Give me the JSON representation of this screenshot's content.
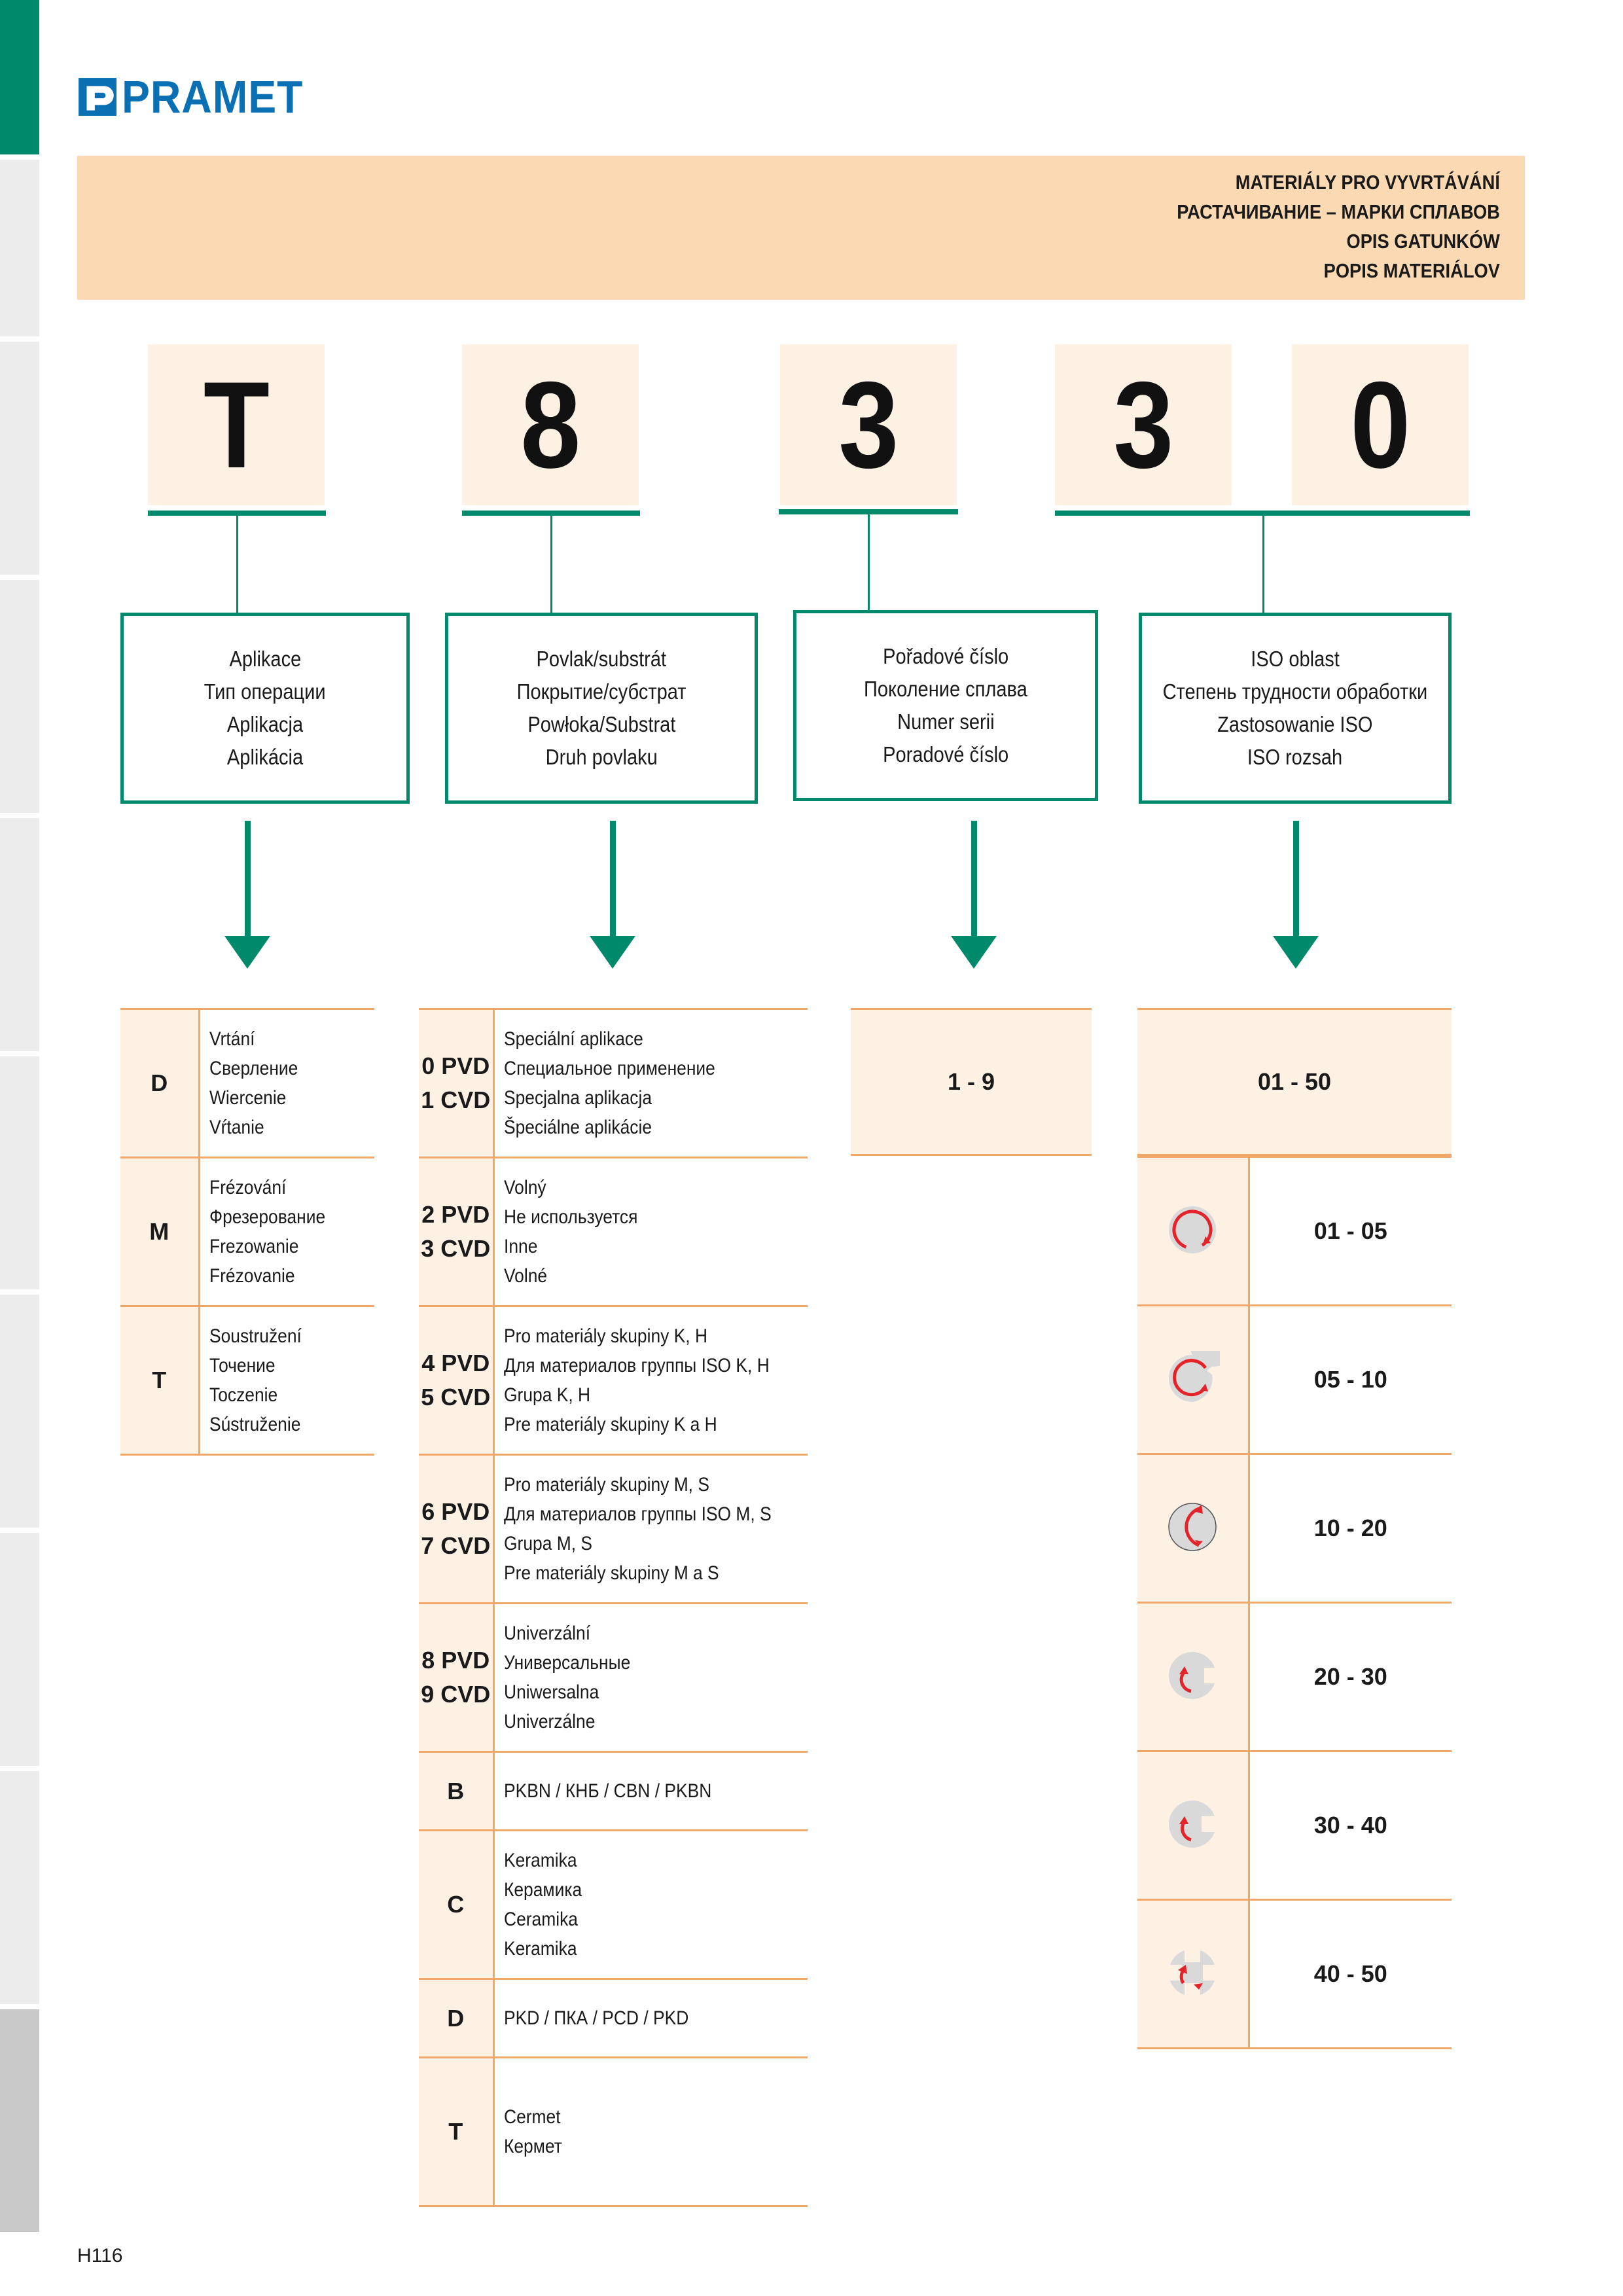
{
  "brand": {
    "name": "PRAMET",
    "color": "#0b6fb3"
  },
  "accent_color": "#00896b",
  "band_color": "#fbd9b2",
  "header": {
    "lines": [
      "MATERIÁLY PRO VYVRTÁVÁNÍ",
      "РАСТАЧИВАНИЕ – МАРКИ СПЛАВОВ",
      "OPIS GATUNKÓW",
      "POPIS MATERIÁLOV"
    ]
  },
  "code": {
    "chars": [
      "T",
      "8",
      "3",
      "3",
      "0"
    ]
  },
  "labels": [
    {
      "lines": [
        "Aplikace",
        "Тип операции",
        "Aplikacja",
        "Aplikácia"
      ]
    },
    {
      "lines": [
        "Povlak/substrát",
        "Покрытие/субстрат",
        "Powłoka/Substrat",
        "Druh povlaku"
      ]
    },
    {
      "lines": [
        "Pořadové číslo",
        "Поколение сплава",
        "Numer serii",
        "Poradové číslo"
      ]
    },
    {
      "lines": [
        "ISO oblast",
        "Степень трудности обработки",
        "Zastosowanie ISO",
        "ISO rozsah"
      ]
    }
  ],
  "application_table": [
    {
      "code": "D",
      "lines": [
        "Vrtání",
        "Сверление",
        "Wiercenie",
        "Vŕtanie"
      ]
    },
    {
      "code": "M",
      "lines": [
        "Frézování",
        "Фрезерование",
        "Frezowanie",
        "Frézovanie"
      ]
    },
    {
      "code": "T",
      "lines": [
        "Soustružení",
        "Точение",
        "Toczenie",
        "Sústruženie"
      ]
    }
  ],
  "coating_table": [
    {
      "codes": [
        "0 PVD",
        "1 CVD"
      ],
      "lines": [
        "Speciální aplikace",
        "Специальное применение",
        "Specjalna aplikacja",
        "Špeciálne aplikácie"
      ]
    },
    {
      "codes": [
        "2 PVD",
        "3 CVD"
      ],
      "lines": [
        "Volný",
        "Не используется",
        "Inne",
        "Volné"
      ]
    },
    {
      "codes": [
        "4 PVD",
        "5 CVD"
      ],
      "lines": [
        "Pro materiály skupiny K, H",
        "Для материалов группы ISO K, H",
        "Grupa K, H",
        "Pre materiály skupiny K a H"
      ]
    },
    {
      "codes": [
        "6 PVD",
        "7 CVD"
      ],
      "lines": [
        "Pro materiály skupiny M, S",
        "Для материалов группы ISO M, S",
        "Grupa M, S",
        "Pre materiály skupiny M a S"
      ]
    },
    {
      "codes": [
        "8 PVD",
        "9 CVD"
      ],
      "lines": [
        "Univerzální",
        "Универсальные",
        "Uniwersalna",
        "Univerzálne"
      ]
    },
    {
      "codes": [
        "B"
      ],
      "lines": [
        "PKBN  / КНБ / CBN / PKBN"
      ]
    },
    {
      "codes": [
        "C"
      ],
      "lines": [
        "Keramika",
        "Керамика",
        "Ceramika",
        "Keramika"
      ]
    },
    {
      "codes": [
        "D"
      ],
      "lines": [
        "PKD / ПКА / PCD / PKD"
      ]
    },
    {
      "codes": [
        "T"
      ],
      "lines": [
        "Cermet",
        "Кермет"
      ]
    }
  ],
  "serial": {
    "range": "1 - 9"
  },
  "iso": {
    "total": "01 - 50",
    "rows": [
      {
        "icon": "continuous-cut-icon",
        "range": "01 - 05"
      },
      {
        "icon": "light-interrupted-cut-icon",
        "range": "05 - 10"
      },
      {
        "icon": "medium-interrupted-cut-icon",
        "range": "10 - 20"
      },
      {
        "icon": "interrupted-cut-icon",
        "range": "20 - 30"
      },
      {
        "icon": "heavy-interrupted-cut-icon",
        "range": "30 - 40"
      },
      {
        "icon": "severe-interrupted-cut-icon",
        "range": "40 - 50"
      }
    ]
  },
  "footer": {
    "page": "H116"
  }
}
